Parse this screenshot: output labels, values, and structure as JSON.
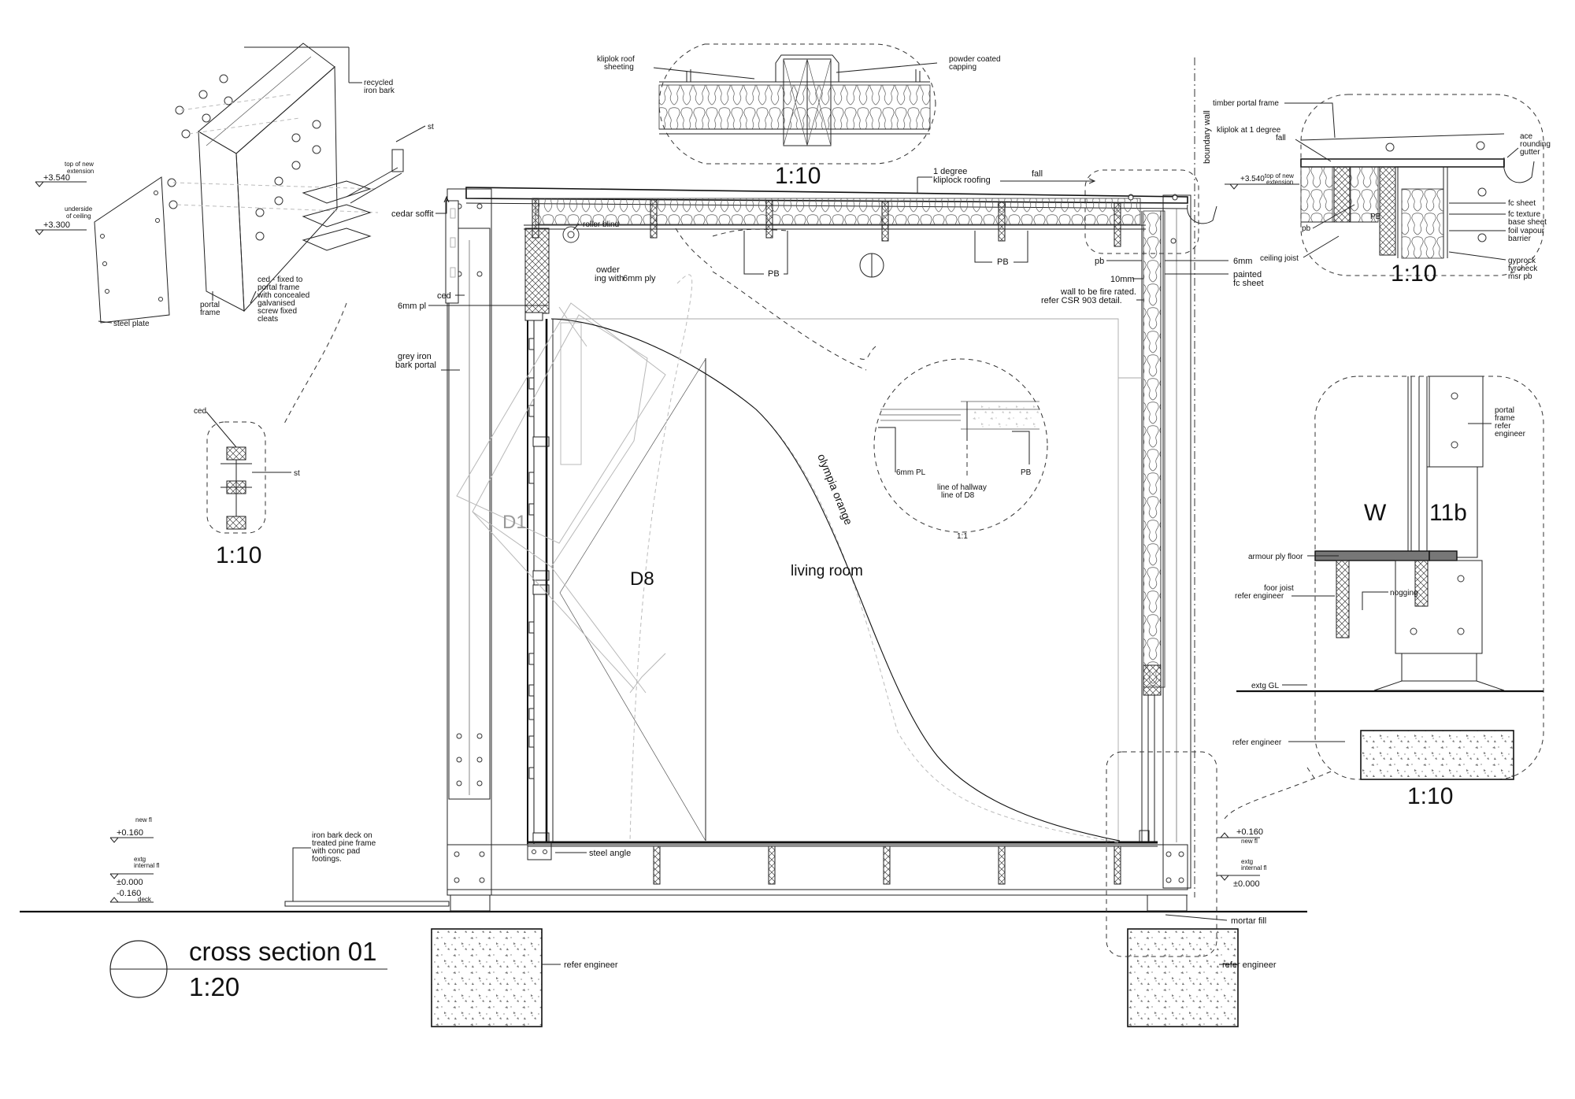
{
  "title": {
    "name": "cross section 01",
    "scale": "1:20"
  },
  "scales": {
    "roof_detail": "1:10",
    "cleat_detail": "1:10",
    "gutter_detail": "1:10",
    "floor_detail": "1:10",
    "hallway_detail": "1:1"
  },
  "rooms": {
    "living_room": "living room",
    "d8": "D8",
    "d1": "D1",
    "finish": "olympia orange"
  },
  "levels": {
    "top_ext_left": "+3.540",
    "top_ext_left_desc": "top of new extension",
    "ceiling": "+3.300",
    "ceiling_desc": "underside of ceiling",
    "new_fl_left": "+0.160",
    "new_fl_desc": "new fl",
    "extg_fl": "±0.000",
    "extg_fl_desc": "extg internal fl",
    "deck": "-0.160",
    "deck_desc": "deck",
    "top_ext_right": "+3.540",
    "new_fl_right": "+0.160",
    "extg_fl_right": "±0.000"
  },
  "notes": {
    "recycled": "recycled iron bark",
    "st": "st",
    "steel_plate": "steel plate",
    "portal_frame": "portal frame",
    "ced_fixed": "ced - fixed to portal frame with concealed galvanised screw fixed cleats",
    "ced": "ced",
    "cedar_soffit": "cedar soffit",
    "roller_blind": "roller blind",
    "owder": "owder",
    "ing_with": "ing with",
    "ply_6mm": "6mm ply",
    "ced2": "ced",
    "pl_6mm": "6mm pl",
    "grey_iron": "grey iron bark portal",
    "kliplok_roof": "kliplok roof sheeting",
    "powder_capping": "powder coated capping",
    "one_degree": "1 degree kliplock roofing",
    "fall": "fall",
    "pb_a": "PB",
    "pb_b": "PB",
    "boundary": "boundary wall",
    "pb_low": "pb",
    "mm6": "6mm",
    "mm10": "10mm",
    "painted_fc": "painted fc sheet",
    "fire_rated": "wall to be fire rated. refer CSR 903 detail.",
    "pl6_detail": "6mm PL",
    "pb_detail": "PB",
    "hallway": "line of hallway line of D8",
    "timber_portal": "timber portal frame",
    "kliplok_1deg": "kliplok at 1 degree fall",
    "pb_gutter": "pb",
    "pb_gutter2": "PB",
    "ceiling_joist": "ceiling joist",
    "ace_gutter": "ace rounding gutter",
    "fc_sheet": "fc sheet",
    "fc_texture": "fc texture base sheet",
    "foil": "foil vapour barrier",
    "gyprock": "gyprock fyrcheck msr pb",
    "portal_refer": "portal frame refer engineer",
    "w": "W",
    "w11b": "11b",
    "armour": "armour ply floor",
    "floor_joist": "foor joist refer engineer",
    "nogging": "nogging",
    "extg_gl": "extg GL",
    "refer_eng_detail": "refer engineer",
    "iron_deck": "iron bark deck on treated pine frame with conc pad footings.",
    "steel_angle": "steel angle",
    "mortar": "mortar fill",
    "refer_eng_l": "refer engineer",
    "refer_eng_r": "refer engineer"
  }
}
